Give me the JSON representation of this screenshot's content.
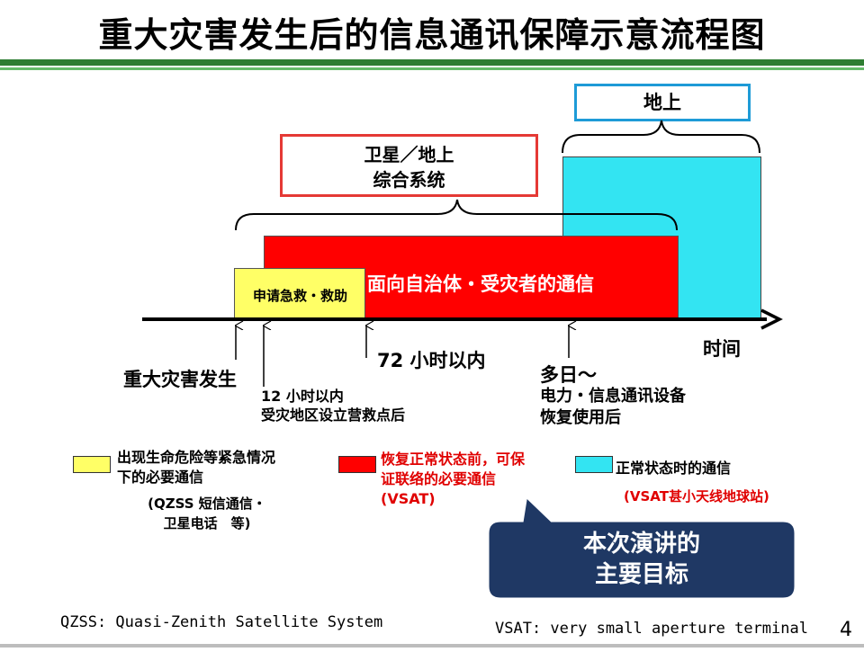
{
  "title": "重大灾害发生后的信息通讯保障示意流程图",
  "boxes": {
    "ground": "地上",
    "satellite_line1": "卫星／地上",
    "satellite_line2": "综合系统"
  },
  "bars": {
    "red_label": "面向自治体・受灾者的通信",
    "yellow_label": "申请急救・救助"
  },
  "timeline": {
    "axis_label": "时间",
    "event_disaster": "重大灾害发生",
    "event_12h_line1": "12 小时以内",
    "event_12h_line2": "受灾地区设立营救点后",
    "event_72h": "72 小时以内",
    "event_days_line1": "多日〜",
    "event_days_line2": "电力・信息通讯设备",
    "event_days_line3": "恢复使用后"
  },
  "legend": {
    "yellow_line1": "出现生命危险等紧急情况",
    "yellow_line2": "下的必要通信",
    "yellow_note_line1": "(QZSS 短信通信・",
    "yellow_note_line2": "卫星电话　等)",
    "red_line1": "恢复正常状态前，可保",
    "red_line2": "证联络的必要通信",
    "red_note": "(VSAT)",
    "cyan_line1": "正常状态时的通信",
    "cyan_note": "(VSAT甚小天线地球站)"
  },
  "callout": {
    "line1": "本次演讲的",
    "line2": "主要目标"
  },
  "footer": {
    "qzss": "QZSS: Quasi-Zenith Satellite System",
    "vsat": "VSAT: very small aperture terminal",
    "page_number": "4"
  },
  "colors": {
    "header_green": "#2e7d32",
    "red": "#ff0000",
    "yellow": "#ffff66",
    "cyan": "#33e4f2",
    "callout_navy": "#1f3864",
    "ground_border": "#1e9bd7",
    "satellite_border": "#e53935"
  }
}
